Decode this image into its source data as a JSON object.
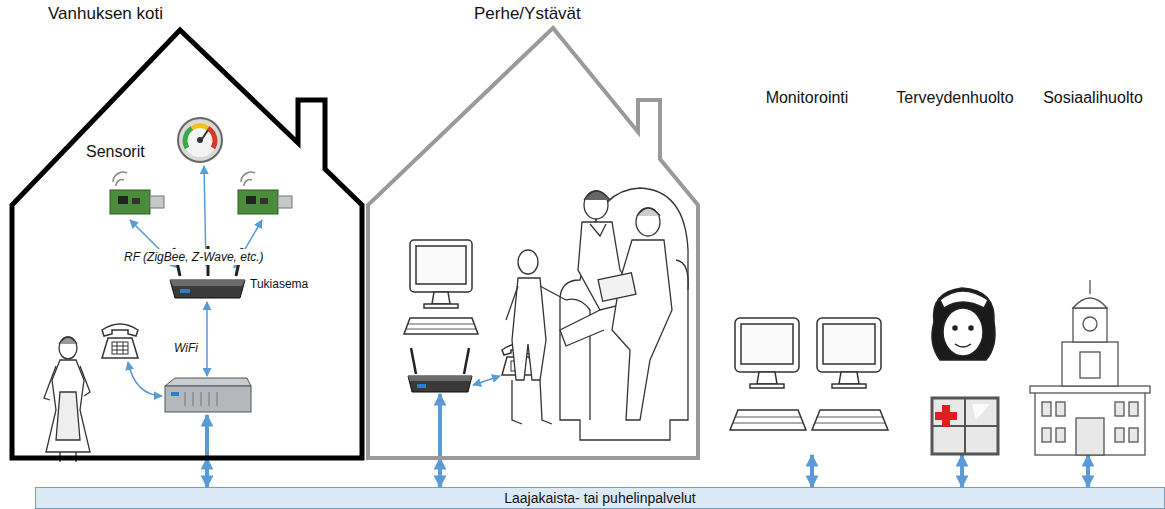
{
  "diagram": {
    "nodes": [
      {
        "text": [
          "Vanhuksen koti"
        ]
      },
      {
        "text": [
          "Perhe/Ystävät"
        ]
      },
      {
        "text": [
          "Monitorointi"
        ]
      },
      {
        "text": [
          "Terveydenhuolto"
        ]
      },
      {
        "text": [
          "Sosiaalihuolto"
        ]
      },
      {
        "text": [
          "Laajakaista- tai puhelinpalvelut"
        ]
      }
    ],
    "edges": [
      {
        "from": 0,
        "to": 5,
        "arrow": "both"
      },
      {
        "from": 1,
        "to": 5,
        "arrow": "both"
      },
      {
        "from": 2,
        "to": 5,
        "arrow": "both"
      },
      {
        "from": 3,
        "to": 5,
        "arrow": "both"
      },
      {
        "from": 4,
        "to": 5,
        "arrow": "both"
      }
    ],
    "labels": [
      "Sensorit",
      "RF (ZigBee, Z-Wave, etc.)",
      "Tukiasema",
      "WiFi"
    ]
  }
}
